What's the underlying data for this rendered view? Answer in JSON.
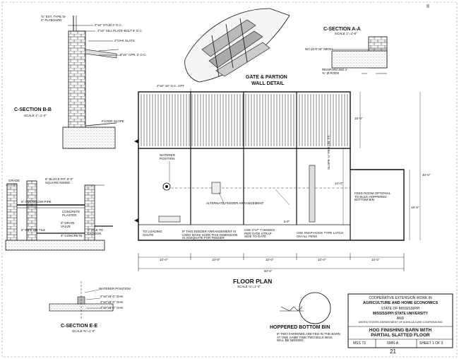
{
  "sheet": {
    "top_corner_mark": "II",
    "page_number": "21"
  },
  "gate_detail": {
    "title_line1": "GATE & PARTION",
    "title_line2": "WALL DETAIL"
  },
  "section_aa": {
    "title": "C-SECTION A-A",
    "scale": "SCALE 1\"=1'-0\"",
    "notes": [
      "NO.10-6\"x6\" MESH",
      "REINFORCING 2-⅜\" Ø RODS"
    ]
  },
  "section_bb": {
    "title": "C-SECTION B-B",
    "scale": "SCALE 1\"=1'-0\"",
    "notes": [
      "⅝\" EXT. TYPE 'B-C' PLYBOARD",
      "2\"x6\" STUD 2' O.C.",
      "2\"x6\" SILL PLATE-BOLT 6' O.C.",
      "2\"OAK SLATS",
      "4\"x6\" CPR. 2' O.C.",
      "FLOOR SLOPE"
    ]
  },
  "section_cc": {
    "notes": [
      "8\" BLOCK PIT, 8'-0\" SQUARE INSIDE",
      "6\" OVERFLOW PIPE",
      "CONCRETE PLASTER",
      "6\" DRAIN VALVE",
      "4\" CONCRETE",
      "6\" PIPE OR TILE",
      "6\" TILE TO LAGOON",
      "GRADE"
    ]
  },
  "section_ee": {
    "title": "C-SECTION E-E",
    "scale": "SCALE ⅜\"=1'-0\"",
    "notes": [
      "WATERER POSITION",
      "2\"x6\"x6'-0\" OAK",
      "2\"x6\"x6'-0\" OAK",
      "4\"x6\"x6'-0\" OAK"
    ]
  },
  "floor_plan": {
    "title": "FLOOR PLAN",
    "scale": "SCALE ⅛\"=1'-0\"",
    "labels": {
      "rafters": "2\"x6\" 16\" O.C. CPT.",
      "waterer": "WATERER POSITION",
      "feeder": "ALTERNATE FEEDER ARRANGEMENT",
      "slope": "SLOPE ¼\" PER LIN. FT.",
      "feed_room": "FEED ROOM OPTIONAL TO BULK HOPPERED BOTTOM BIN",
      "chute": "TO LOADING CHUTE",
      "feeder_note": "IF THIS FEEDER ARRANGEMENT IS USED MAKE SURE THIS DIMENSION IS ADEQUATE FOR FEEDER",
      "hinges": "USE 2\"x7\" T HINGES PER GATE STRAP SIDE TO GATE",
      "latch": "USE SNAP-HOOK TYPE LATCH ON ALL PENS",
      "bay": "5-0\""
    },
    "dimensions": {
      "slat_depth": "16'-0\"",
      "pen_depth": "14'-0\"",
      "overall_depth": "30'-0\"",
      "feed_room_depth": "18'-6\"",
      "widths": [
        "10'-0\"",
        "10'-0\"",
        "10'-0\"",
        "10'-0\"",
        "10'-0\""
      ],
      "overall_width": "50'-0\""
    }
  },
  "hopper": {
    "title": "HOPPERED BOTTOM BIN",
    "note": "IF TWO FARROWS ARE FED IN THE BARN AT ONE SAME TIME TWO BULK BINS WILL BE NEEDED."
  },
  "title_block": {
    "org_line1": "COOPERATIVE EXTENSION WORK IN",
    "org_line2": "AGRICULTURE AND HOME ECONOMICS",
    "org_line3": "STATE OF MISSISSIPPI",
    "org_line4": "MISSISSIPPI STATE UNIVERSITY",
    "org_line5": "AND",
    "org_line6": "UNITED STATES DEPARTMENT OF AGRICULTURE COOPERATING",
    "project_line1": "HOG FINISHING BARN WITH",
    "project_line2": "PARTIAL SLATTED FLOOR",
    "plan_code": "MSS 73",
    "plan_number": "5986-A",
    "sheet": "SHEET 1 OF 3"
  }
}
